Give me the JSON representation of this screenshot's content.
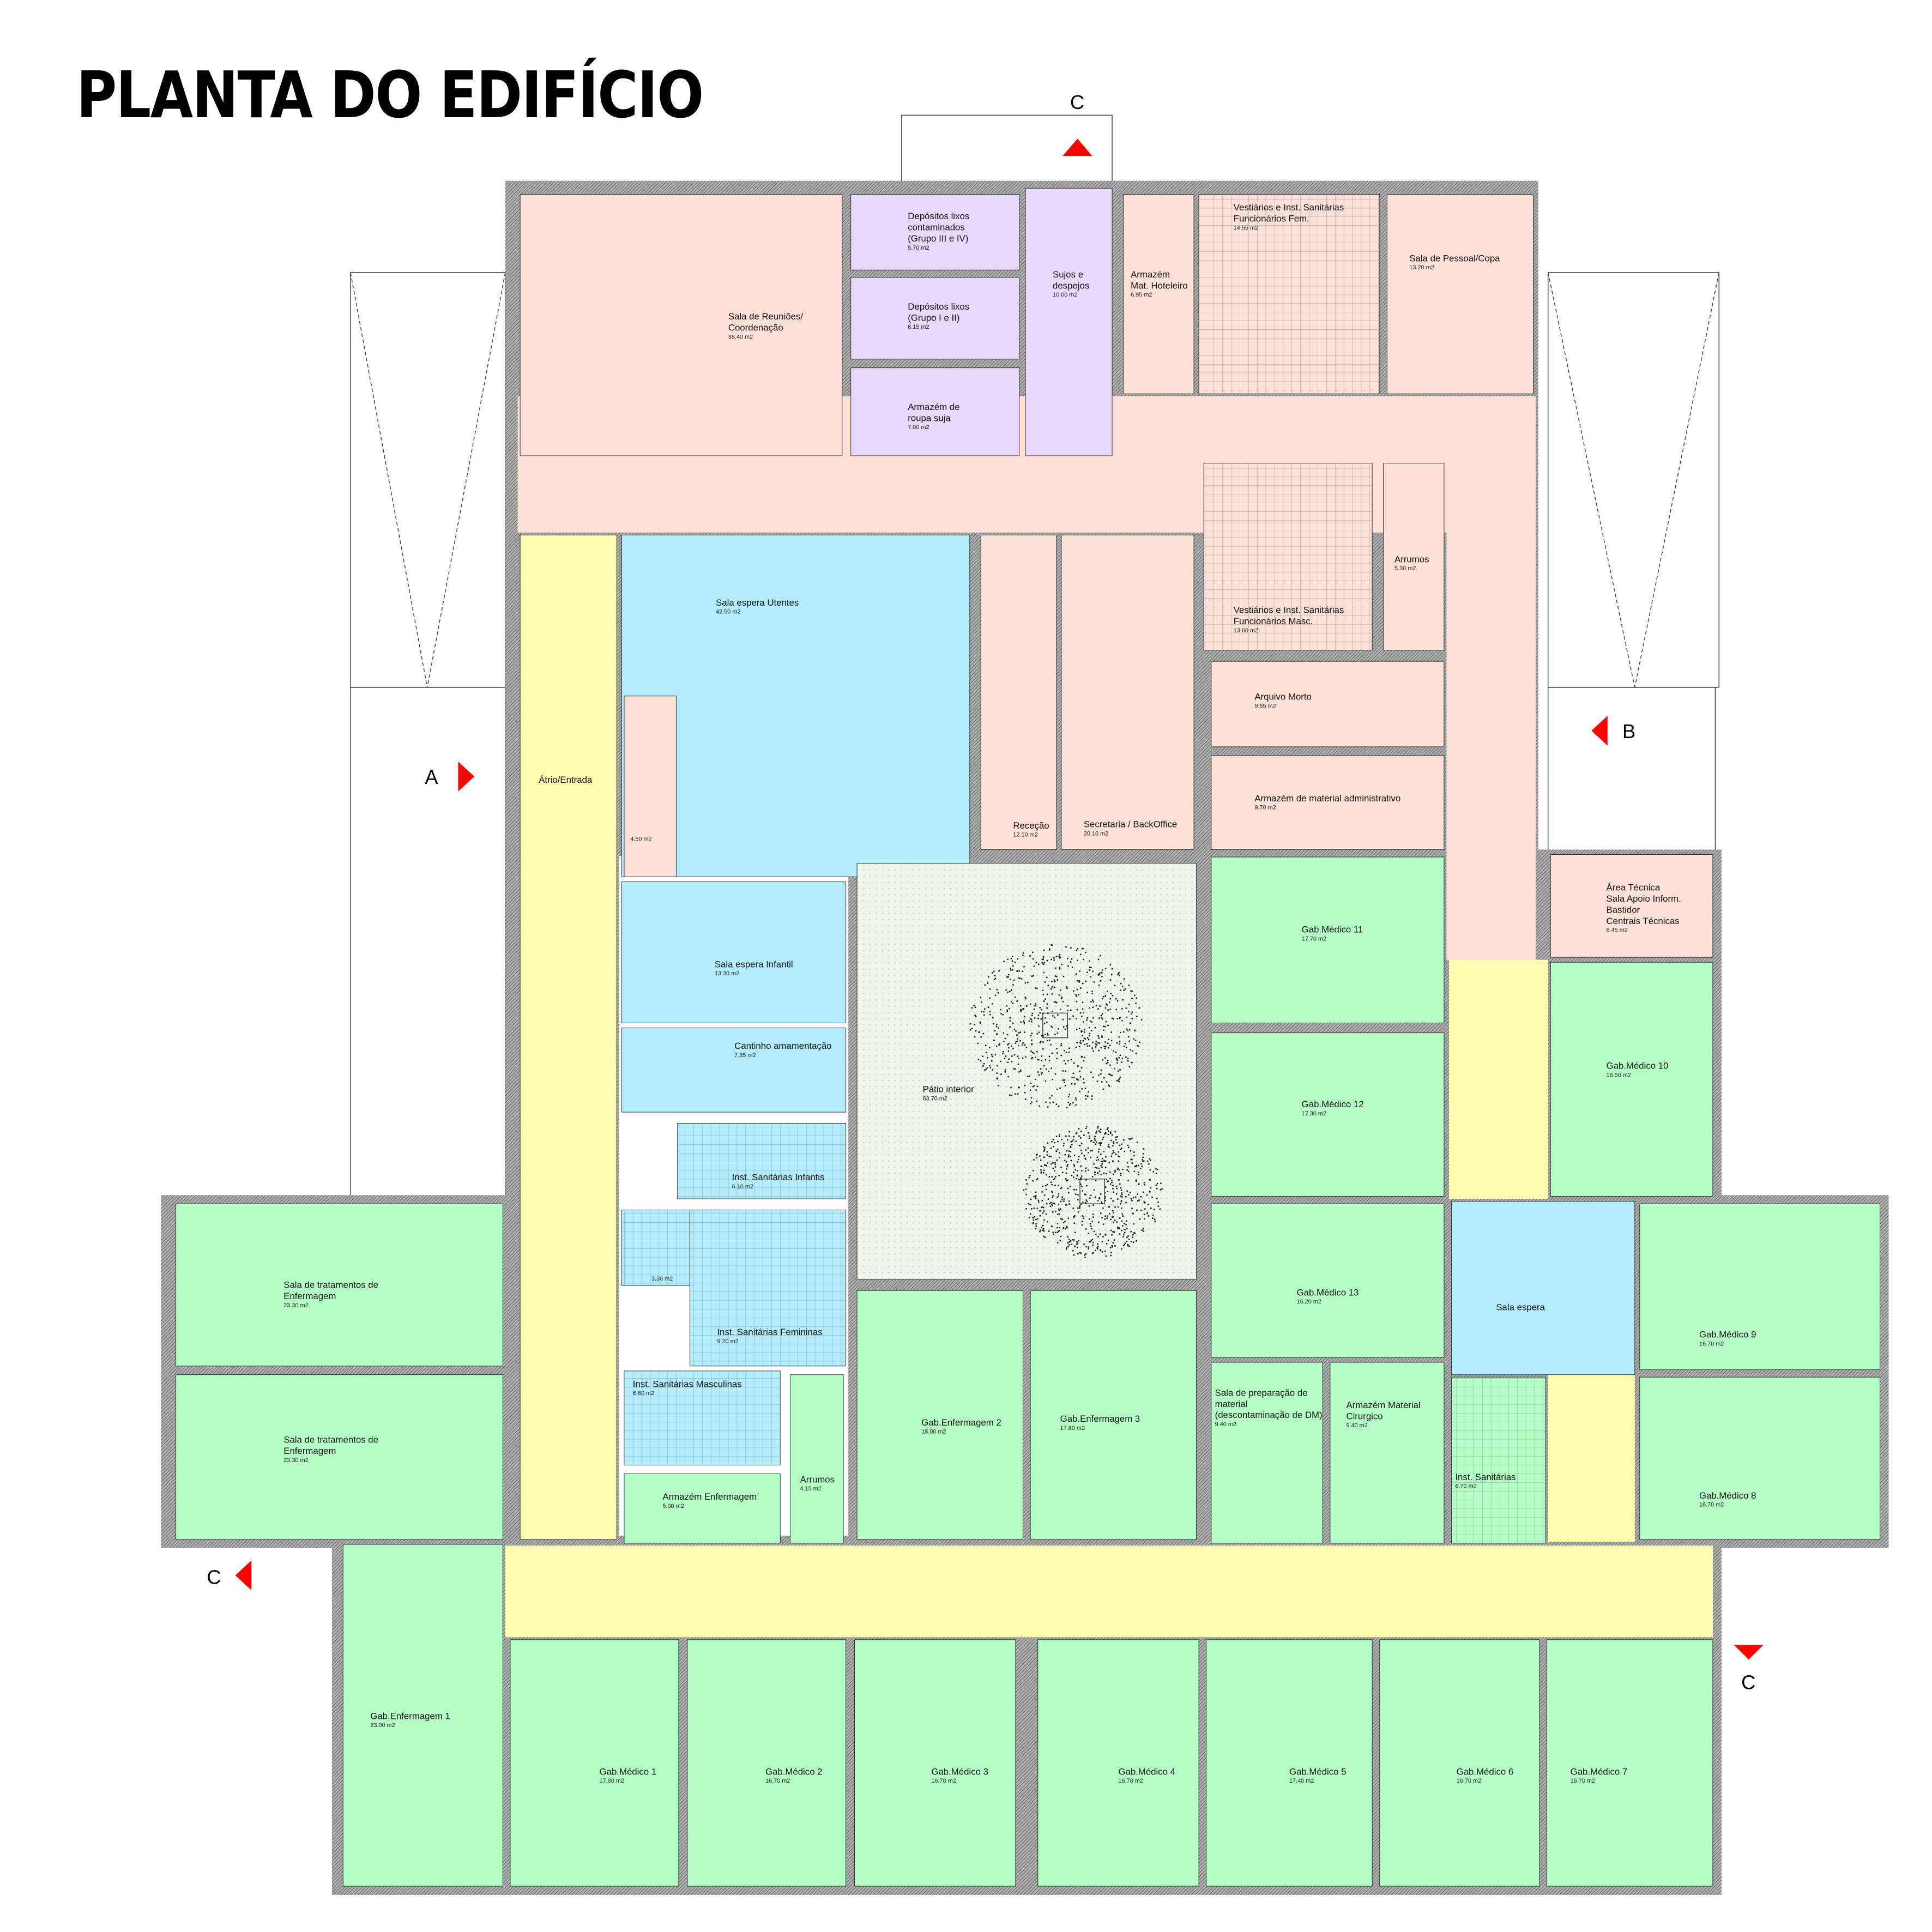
{
  "title": "PLANTA DO EDIFÍCIO",
  "colors": {
    "admin": "#fde0d8",
    "waste": "#e8d8fa",
    "waiting": "#b3ecfc",
    "circulation": "#fffeb0",
    "clinical": "#b3ffc6",
    "patio": "#eef6ec",
    "wall": "#7a7a7a",
    "section_marker": "#ff0000"
  },
  "section_markers": [
    {
      "id": "A",
      "label": "A",
      "direction": "right"
    },
    {
      "id": "B",
      "label": "B",
      "direction": "left"
    },
    {
      "id": "C-top",
      "label": "C",
      "direction": "up"
    },
    {
      "id": "C-left",
      "label": "C",
      "direction": "left"
    },
    {
      "id": "C-bottom",
      "label": "C",
      "direction": "down"
    }
  ],
  "rooms": [
    {
      "id": "reunioes",
      "name": [
        "Sala de Reuniões/",
        "Coordenação"
      ],
      "area": "38.40 m2",
      "category": "admin"
    },
    {
      "id": "dep_contam",
      "name": [
        "Depósitos lixos",
        "contaminados",
        "(Grupo III e IV)"
      ],
      "area": "5.70 m2",
      "category": "waste"
    },
    {
      "id": "dep_12",
      "name": [
        "Depósitos lixos",
        "(Grupo I e II)"
      ],
      "area": "6.15 m2",
      "category": "waste"
    },
    {
      "id": "roupa_suja",
      "name": [
        "Armazém de",
        "roupa suja"
      ],
      "area": "7.00 m2",
      "category": "waste"
    },
    {
      "id": "sujos",
      "name": [
        "Sujos e",
        "despejos"
      ],
      "area": "10.00 m2",
      "category": "waste"
    },
    {
      "id": "hoteleiro",
      "name": [
        "Armazém",
        "Mat. Hoteleiro"
      ],
      "area": "6.95 m2",
      "category": "admin"
    },
    {
      "id": "vest_fem",
      "name": [
        "Vestiários e Inst. Sanitárias",
        "Funcionários Fem."
      ],
      "area": "14.55 m2",
      "category": "admin"
    },
    {
      "id": "copa",
      "name": [
        "Sala de Pessoal/Copa"
      ],
      "area": "13.20 m2",
      "category": "admin"
    },
    {
      "id": "vest_masc",
      "name": [
        "Vestiários e Inst. Sanitárias",
        "Funcionários Masc."
      ],
      "area": "13.60 m2",
      "category": "admin"
    },
    {
      "id": "arrumos1",
      "name": [
        "Arrumos"
      ],
      "area": "5.30 m2",
      "category": "admin"
    },
    {
      "id": "arquivo",
      "name": [
        "Arquivo Morto"
      ],
      "area": "9.65 m2",
      "category": "admin"
    },
    {
      "id": "arm_admin",
      "name": [
        "Armazém de material administrativo"
      ],
      "area": "9.70 m2",
      "category": "admin"
    },
    {
      "id": "rececao",
      "name": [
        "Receção"
      ],
      "area": "12.10 m2",
      "category": "admin"
    },
    {
      "id": "secretaria",
      "name": [
        "Secretaria / BackOffice"
      ],
      "area": "20.10 m2",
      "category": "admin"
    },
    {
      "id": "espera_utentes",
      "name": [
        "Sala espera Utentes"
      ],
      "area": "42.50 m2",
      "category": "waiting"
    },
    {
      "id": "balcao",
      "name": [],
      "area": "4.50 m2",
      "category": "admin"
    },
    {
      "id": "atrio",
      "name": [
        "Átrio/Entrada"
      ],
      "area": "",
      "category": "circulation"
    },
    {
      "id": "espera_infantil",
      "name": [
        "Sala espera Infantil"
      ],
      "area": "13.30 m2",
      "category": "waiting"
    },
    {
      "id": "cantinho",
      "name": [
        "Cantinho amamentação"
      ],
      "area": "7.85 m2",
      "category": "waiting"
    },
    {
      "id": "sanit_inf",
      "name": [
        "Inst. Sanitárias Infantis"
      ],
      "area": "6.10 m2",
      "category": "waiting"
    },
    {
      "id": "wc_acess",
      "name": [],
      "area": "3.30 m2",
      "category": "waiting"
    },
    {
      "id": "sanit_fem",
      "name": [
        "Inst. Sanitárias Femininas"
      ],
      "area": "9.20 m2",
      "category": "waiting"
    },
    {
      "id": "sanit_masc",
      "name": [
        "Inst. Sanitárias Masculinas"
      ],
      "area": "6.60 m2",
      "category": "waiting"
    },
    {
      "id": "arm_enf",
      "name": [
        "Armazém Enfermagem"
      ],
      "area": "5.00 m2",
      "category": "clinical"
    },
    {
      "id": "arrumos2",
      "name": [
        "Arrumos"
      ],
      "area": "4.15 m2",
      "category": "clinical"
    },
    {
      "id": "patio",
      "name": [
        "Pátio interior"
      ],
      "area": "63.70 m2",
      "category": "patio"
    },
    {
      "id": "gab_enf2",
      "name": [
        "Gab.Enfermagem 2"
      ],
      "area": "18.00 m2",
      "category": "clinical"
    },
    {
      "id": "gab_enf3",
      "name": [
        "Gab.Enfermagem 3"
      ],
      "area": "17.80 m2",
      "category": "clinical"
    },
    {
      "id": "gm11",
      "name": [
        "Gab.Médico 11"
      ],
      "area": "17.70 m2",
      "category": "clinical"
    },
    {
      "id": "gm12",
      "name": [
        "Gab.Médico 12"
      ],
      "area": "17.30 m2",
      "category": "clinical"
    },
    {
      "id": "gm13",
      "name": [
        "Gab.Médico 13"
      ],
      "area": "16.20 m2",
      "category": "clinical"
    },
    {
      "id": "sala_prep",
      "name": [
        "Sala de preparação de",
        "material",
        "(descontaminação de DM)"
      ],
      "area": "9.40 m2",
      "category": "clinical"
    },
    {
      "id": "arm_cir",
      "name": [
        "Armazém Material",
        "Cirurgico"
      ],
      "area": "9.40 m2",
      "category": "clinical"
    },
    {
      "id": "sanit_dir",
      "name": [
        "Inst. Sanitárias"
      ],
      "area": "6.70 m2",
      "category": "clinical"
    },
    {
      "id": "espera_dir",
      "name": [
        "Sala espera"
      ],
      "area": "",
      "category": "waiting"
    },
    {
      "id": "area_tecnica",
      "name": [
        "Área Técnica",
        "Sala Apoio Inform.",
        "Bastidor",
        "Centrais Técnicas"
      ],
      "area": "6.45 m2",
      "category": "admin"
    },
    {
      "id": "gm10",
      "name": [
        "Gab.Médico 10"
      ],
      "area": "16.50 m2",
      "category": "clinical"
    },
    {
      "id": "gm9",
      "name": [
        "Gab.Médico 9"
      ],
      "area": "16.70 m2",
      "category": "clinical"
    },
    {
      "id": "gm8",
      "name": [
        "Gab.Médico 8"
      ],
      "area": "16.70 m2",
      "category": "clinical"
    },
    {
      "id": "trat1",
      "name": [
        "Sala de tratamentos de",
        "Enfermagem"
      ],
      "area": "23.30 m2",
      "category": "clinical"
    },
    {
      "id": "trat2",
      "name": [
        "Sala de tratamentos de",
        "Enfermagem"
      ],
      "area": "23.30 m2",
      "category": "clinical"
    },
    {
      "id": "gab_enf1",
      "name": [
        "Gab.Enfermagem 1"
      ],
      "area": "23.00 m2",
      "category": "clinical"
    },
    {
      "id": "gm1",
      "name": [
        "Gab.Médico 1"
      ],
      "area": "17.80 m2",
      "category": "clinical"
    },
    {
      "id": "gm2",
      "name": [
        "Gab.Médico 2"
      ],
      "area": "16.70 m2",
      "category": "clinical"
    },
    {
      "id": "gm3",
      "name": [
        "Gab.Médico 3"
      ],
      "area": "16.70 m2",
      "category": "clinical"
    },
    {
      "id": "gm4",
      "name": [
        "Gab.Médico 4"
      ],
      "area": "16.70 m2",
      "category": "clinical"
    },
    {
      "id": "gm5",
      "name": [
        "Gab.Médico 5"
      ],
      "area": "17.40 m2",
      "category": "clinical"
    },
    {
      "id": "gm6",
      "name": [
        "Gab.Médico 6"
      ],
      "area": "16.70 m2",
      "category": "clinical"
    },
    {
      "id": "gm7",
      "name": [
        "Gab.Médico 7"
      ],
      "area": "16.70 m2",
      "category": "clinical"
    }
  ]
}
